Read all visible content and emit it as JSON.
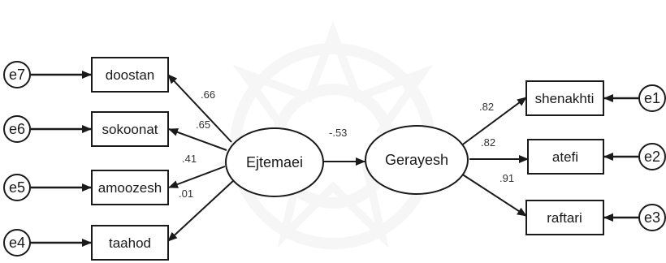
{
  "diagram": {
    "colors": {
      "background": "#ffffff",
      "stroke": "#1a1a1a",
      "text": "#1a1a1a",
      "watermark": "#efefef"
    },
    "errors": {
      "e1": "e1",
      "e2": "e2",
      "e3": "e3",
      "e4": "e4",
      "e5": "e5",
      "e6": "e6",
      "e7": "e7"
    },
    "indicators": {
      "doostan": "doostan",
      "sokoonat": "sokoonat",
      "amoozesh": "amoozesh",
      "taahod": "taahod",
      "shenakhti": "shenakhti",
      "atefi": "atefi",
      "raftari": "raftari"
    },
    "latents": {
      "ejtemaei": "Ejtemaei",
      "gerayesh": "Gerayesh"
    },
    "coefficients": {
      "ej_doostan": ".66",
      "ej_sokoonat": ".65",
      "ej_amoozesh": ".41",
      "ej_taahod": ".01",
      "ej_gerayesh": "-.53",
      "ge_shenakhti": ".82",
      "ge_atefi": ".82",
      "ge_raftari": ".91"
    }
  }
}
